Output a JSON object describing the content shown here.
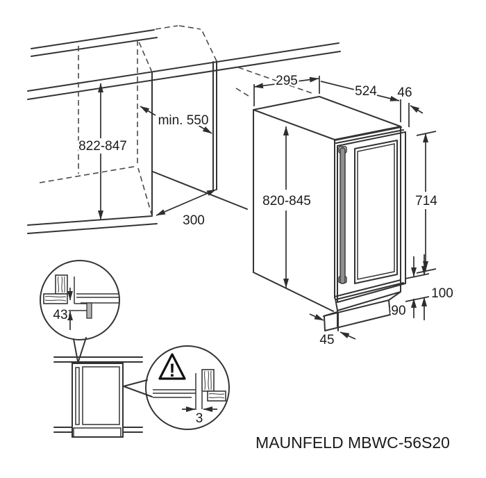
{
  "model_label": "MAUNFELD MBWC-56S20",
  "niche": {
    "height": "822-847",
    "depth": "min. 550",
    "width": "300"
  },
  "unit": {
    "width": "295",
    "depth": "524",
    "door_thickness": "46",
    "height": "820-845",
    "door_height": "714"
  },
  "base": {
    "plinth_max": "100",
    "plinth_min": "90",
    "toe_kick": "45"
  },
  "details": {
    "top_clearance": "43",
    "rear_gap": "3",
    "warning_mark": "!"
  },
  "colors": {
    "line": "#333333",
    "text": "#1b1b1b",
    "handle": "#8f8f8f",
    "bracket": "#b5b5b5",
    "background": "#ffffff"
  }
}
